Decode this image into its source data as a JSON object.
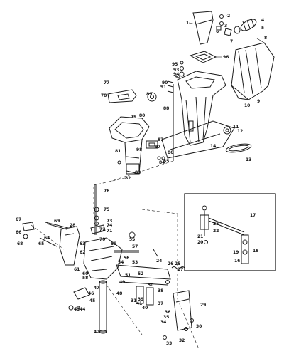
{
  "diagram": {
    "callouts": {
      "c1": "1",
      "c2": "2",
      "c3": "3",
      "c4": "4",
      "c5": "5",
      "c6": "6",
      "c7": "7",
      "c8": "8",
      "c9": "9",
      "c10": "10",
      "c11": "11",
      "c12": "12",
      "c13": "13",
      "c14": "14",
      "c16": "16",
      "c17": "17",
      "c18": "18",
      "c19": "19",
      "c20": "20",
      "c21": "21",
      "c22": "22",
      "c23": "23",
      "c24": "24",
      "c25": "25",
      "c26": "26",
      "c27": "27",
      "c28": "28",
      "c29": "29",
      "c30": "30",
      "c31": "31",
      "c32": "32",
      "c33": "33",
      "c34": "34",
      "c35": "35",
      "c36": "36",
      "c37": "37",
      "c38": "38",
      "c39": "39",
      "c40": "40",
      "c41": "41",
      "c42": "42",
      "c43": "43",
      "c44": "44",
      "c45": "45",
      "c46": "46",
      "c47": "47",
      "c48": "48",
      "c49": "49",
      "c50": "50",
      "c51": "51",
      "c52": "52",
      "c53": "53",
      "c54": "54",
      "c55": "55",
      "c56": "56",
      "c57": "57",
      "c58": "58",
      "c59": "59",
      "c60": "60",
      "c61": "61",
      "c62": "62",
      "c63": "63",
      "c64": "64",
      "c65": "65",
      "c66": "66",
      "c67": "67",
      "c68": "68",
      "c69": "69",
      "c70": "70",
      "c71": "71",
      "c72": "72",
      "c73": "73",
      "c74": "74",
      "c75": "75",
      "c76": "76",
      "c77": "77",
      "c78": "78",
      "c79": "79",
      "c80": "80",
      "c81": "81",
      "c82": "82",
      "c83": "83",
      "c84": "84",
      "c85": "85",
      "c86": "86",
      "c87": "87",
      "c88": "88",
      "c89": "89",
      "c90": "90",
      "c91": "91",
      "c92": "92",
      "c93": "93",
      "c94": "94",
      "c95": "95",
      "c96": "96",
      "c97": "97",
      "c98": "98"
    }
  }
}
